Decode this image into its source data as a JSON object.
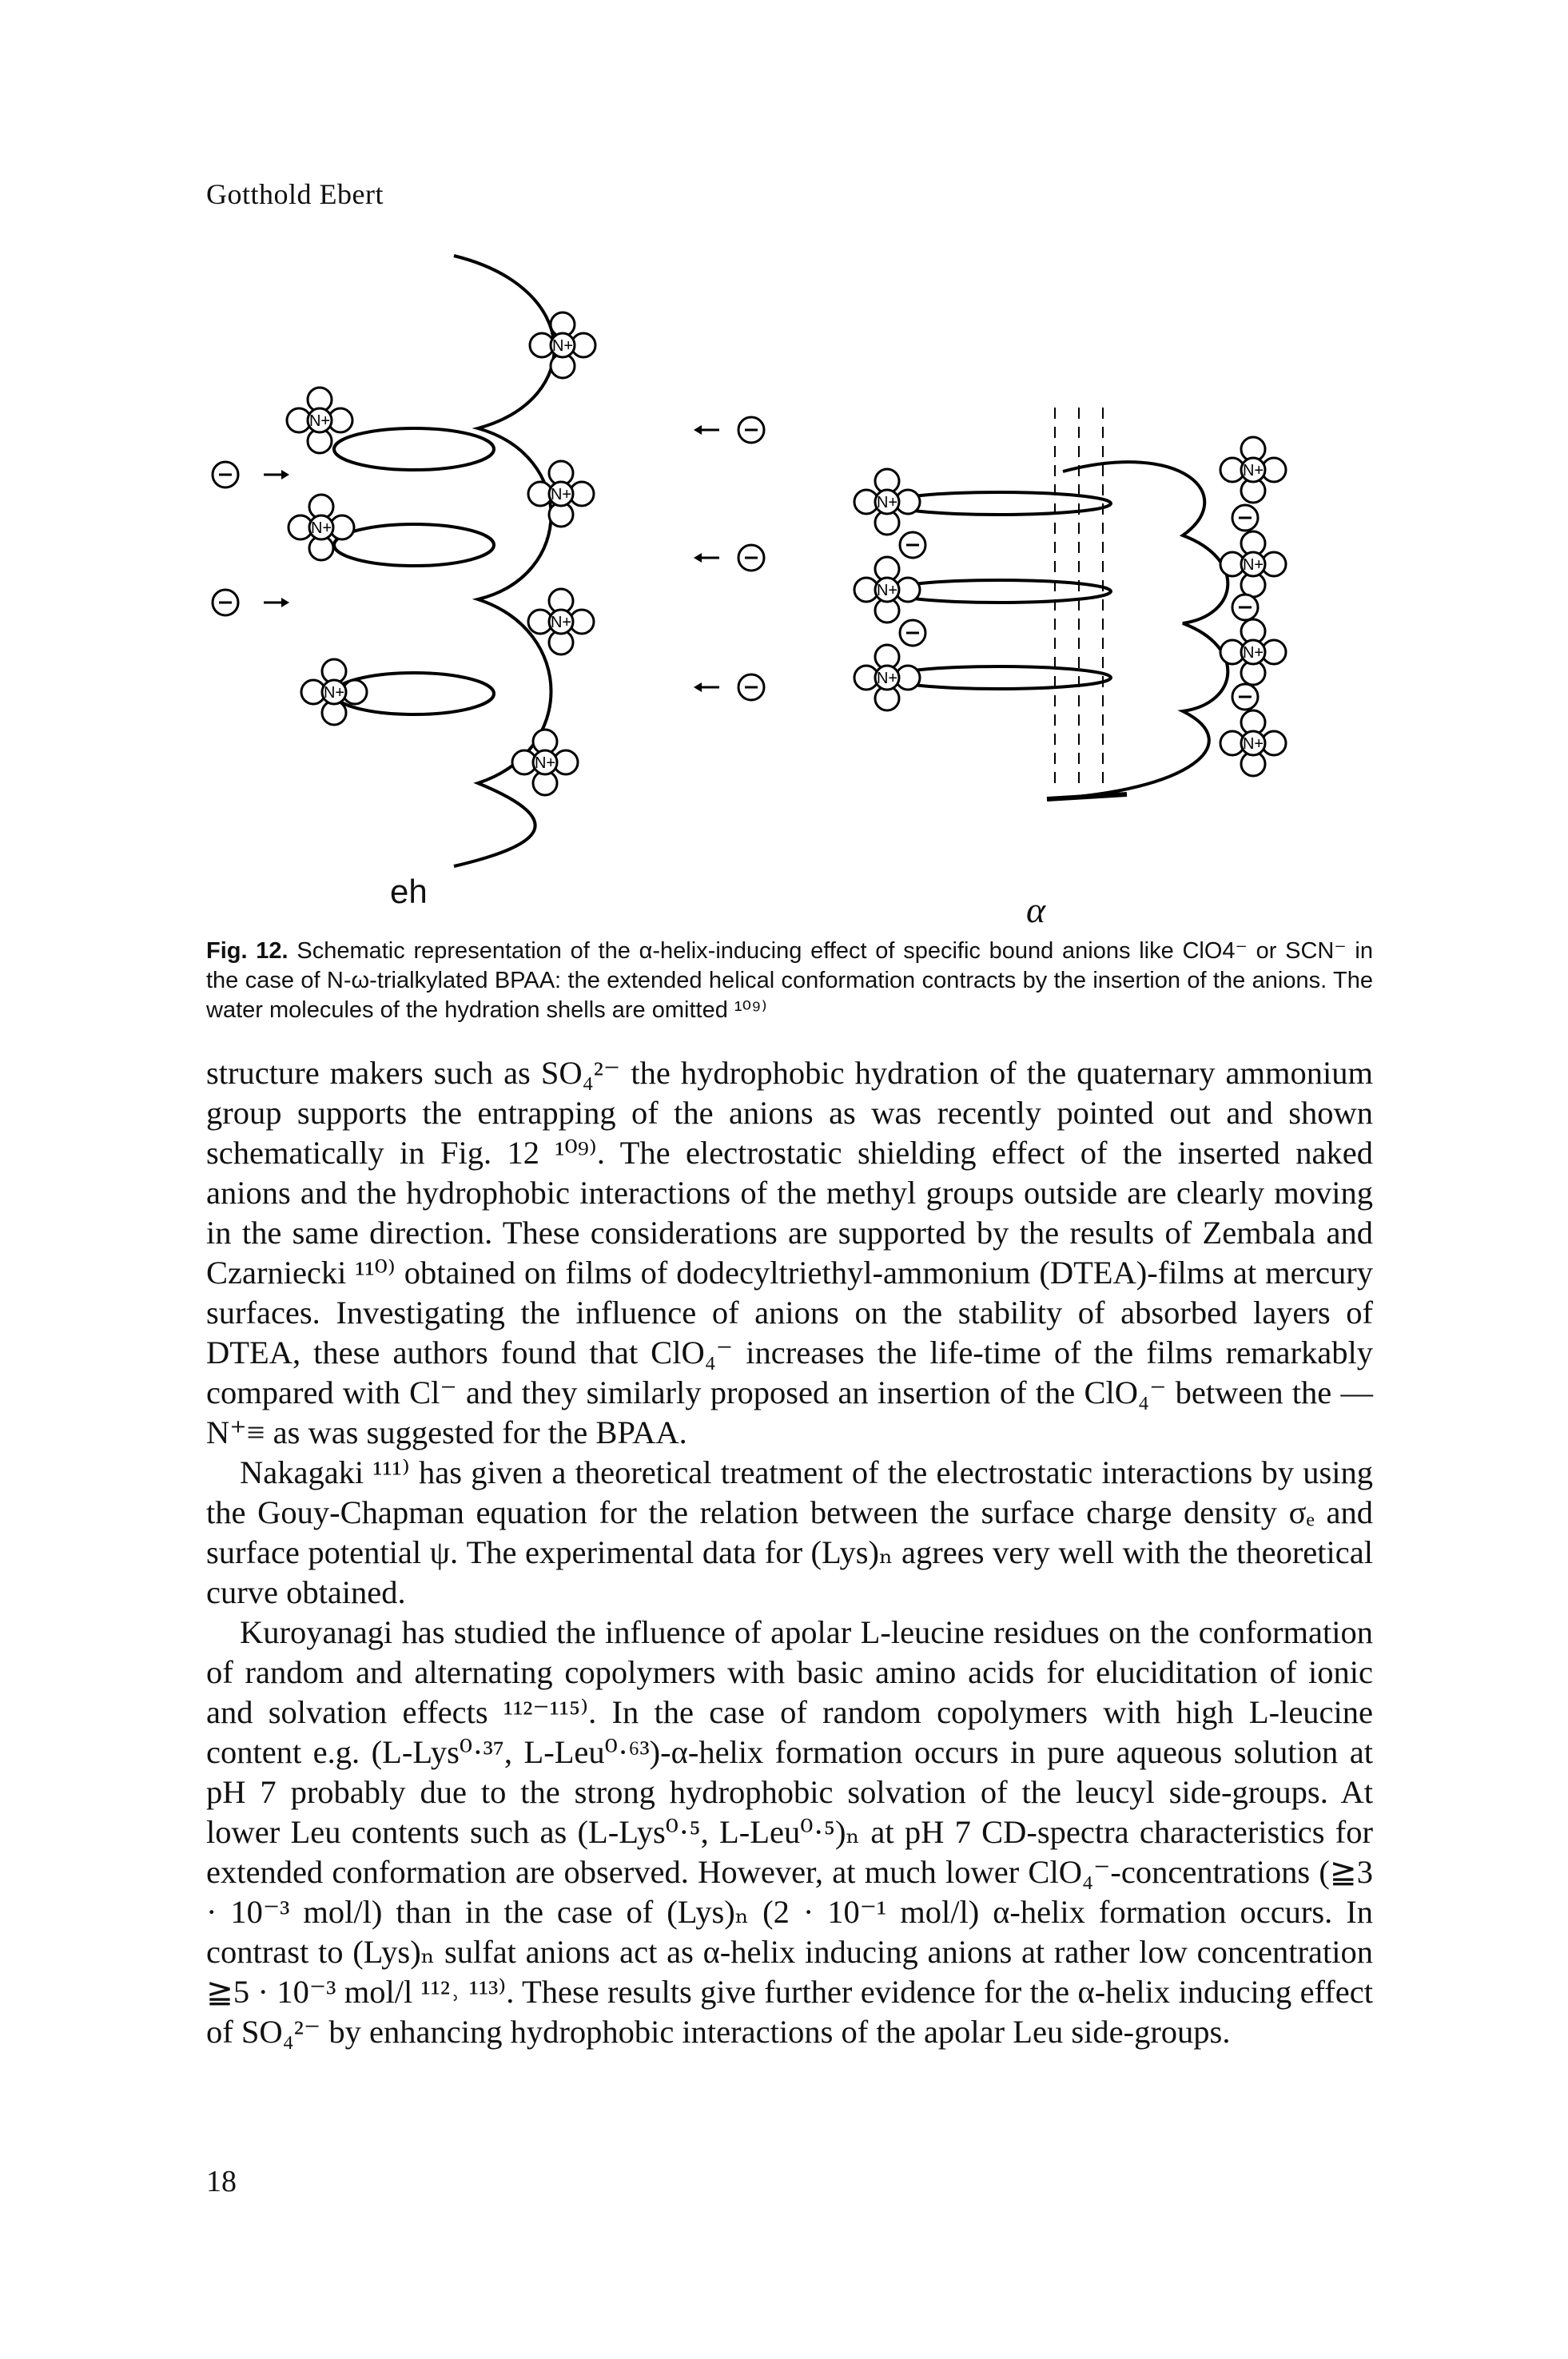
{
  "header": {
    "running_head": "Gotthold Ebert"
  },
  "figure": {
    "label_left": "eh",
    "label_right": "α",
    "ammonium_label": "N+",
    "caption_number": "Fig. 12.",
    "caption_text": "Schematic representation of the α-helix-inducing effect of specific bound anions like ClO4⁻ or SCN⁻ in the case of N-ω-trialkylated BPAA: the extended helical conformation contracts by the insertion of the anions. The water molecules of the hydration shells are omitted ¹⁰⁹⁾"
  },
  "body": {
    "paragraphs": [
      "structure makers such as SO₄²⁻ the hydrophobic hydration of the quaternary ammonium group supports the entrapping of the anions as was recently pointed out and shown schematically in Fig. 12 ¹⁰⁹⁾. The electrostatic shielding effect of the inserted naked anions and the hydrophobic interactions of the methyl groups outside are clearly moving in the same direction. These considerations are supported by the results of Zembala and Czarniecki ¹¹⁰⁾ obtained on films of dodecyltriethyl-ammonium (DTEA)-films at mercury surfaces. Investigating the influence of anions on the stability of absorbed layers of DTEA, these authors found that ClO₄⁻ increases the life-time of the films remarkably compared with Cl⁻ and they similarly proposed an insertion of the ClO₄⁻ between the —N⁺≡ as was suggested for the BPAA.",
      "Nakagaki ¹¹¹⁾ has given a theoretical treatment of the electrostatic interactions by using the Gouy-Chapman equation for the relation between the surface charge density σₑ and surface potential ψ. The experimental data for (Lys)ₙ agrees very well with the theoretical curve obtained.",
      "Kuroyanagi has studied the influence of apolar L-leucine residues on the conformation of random and alternating copolymers with basic amino acids for eluciditation of ionic and solvation effects ¹¹²⁻¹¹⁵⁾. In the case of random copolymers with high L-leucine content e.g. (L-Lys⁰·³⁷, L-Leu⁰·⁶³)-α-helix formation occurs in pure aqueous solution at pH 7 probably due to the strong hydrophobic solvation of the leucyl side-groups. At lower Leu contents such as (L-Lys⁰·⁵, L-Leu⁰·⁵)ₙ at pH 7 CD-spectra characteristics for extended conformation are observed. However, at much lower ClO₄⁻-concentrations (≧3 · 10⁻³ mol/l) than in the case of (Lys)ₙ (2 · 10⁻¹ mol/l) α-helix formation occurs. In contrast to (Lys)ₙ sulfat anions act as α-helix inducing anions at rather low concentration ≧5 · 10⁻³ mol/l ¹¹²˒ ¹¹³⁾. These results give further evidence for the α-helix inducing effect of SO₄²⁻ by enhancing hydrophobic interactions of the apolar Leu side-groups."
    ]
  },
  "footer": {
    "page_number": "18"
  }
}
